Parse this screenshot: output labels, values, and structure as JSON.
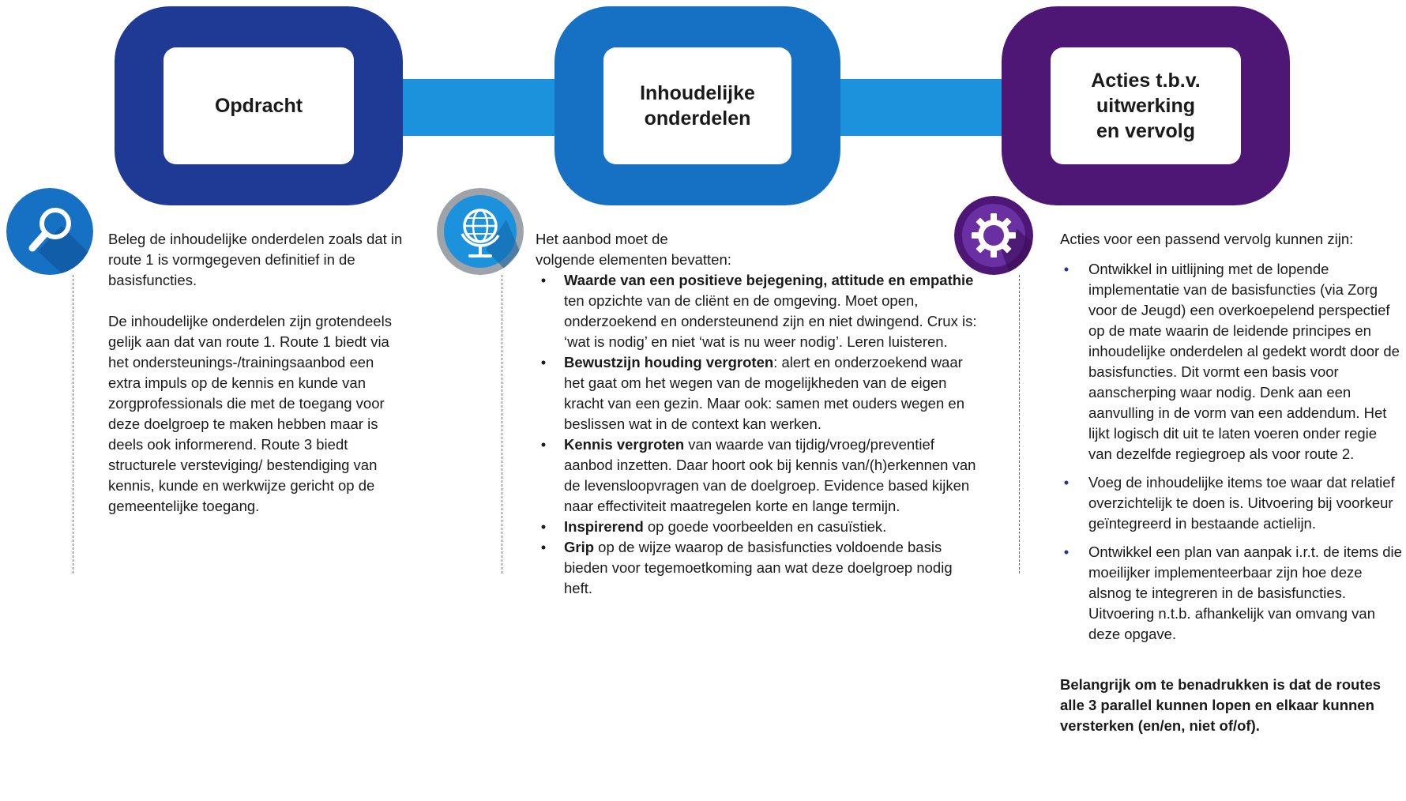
{
  "steps": [
    {
      "title": "Opdracht"
    },
    {
      "title": "Inhoudelijke onderdelen"
    },
    {
      "title": "Acties t.b.v. uitwerking en vervolg"
    }
  ],
  "icons": [
    {
      "name": "magnifier-icon",
      "color": "#1670c4"
    },
    {
      "name": "globe-icon",
      "color": "#9ea3aa"
    },
    {
      "name": "gear-icon",
      "color": "#4e1675"
    }
  ],
  "colors": {
    "frame1": "#1f3a95",
    "frame2": "#1670c4",
    "frame3": "#4e1675",
    "connector": "#1d92dc"
  },
  "col1": {
    "p1": "Beleg de inhoudelijke onderdelen zoals dat in route 1 is vormgegeven definitief in de basisfuncties.",
    "p2": "De inhoudelijke onderdelen zijn grotendeels gelijk aan dat van route 1. Route 1 biedt via het ondersteunings-/trainingsaanbod een extra impuls op de kennis en kunde van zorgprofessionals die met de toegang voor deze doelgroep te maken hebben maar is deels ook informerend. Route 3 biedt structurele versteviging/ bestendiging van kennis, kunde en werkwijze gericht op de gemeentelijke toegang."
  },
  "col2": {
    "intro_line1": "Het aanbod moet de",
    "intro_line2": "volgende elementen bevatten:",
    "bullet_char": "•",
    "items": [
      {
        "bold": "Waarde van een positieve bejegening, attitude en empathie",
        "text": " ten opzichte van de cliënt en de omgeving. Moet open, onderzoekend en ondersteunend zijn en niet dwingend. Crux is: ‘wat is nodig’ en niet ‘wat is nu weer nodig’. Leren luisteren."
      },
      {
        "bold": "Bewustzijn houding vergroten",
        "text": ": alert en onderzoekend waar het gaat om het wegen van de mogelijkheden van de eigen kracht van een gezin. Maar ook: samen met ouders wegen en beslissen wat in de context kan werken."
      },
      {
        "bold": "Kennis vergroten",
        "text": " van waarde van tijdig/vroeg/preventief aanbod inzetten. Daar hoort ook bij kennis van/(h)erkennen van de levensloopvragen van de doelgroep. Evidence based kijken naar effectiviteit maatregelen korte en lange termijn."
      },
      {
        "bold": "Inspirerend",
        "text": " op goede voorbeelden en casuïstiek."
      },
      {
        "bold": "Grip",
        "text": " op de wijze waarop de basisfuncties voldoende basis bieden voor tegemoetkoming aan wat deze doelgroep nodig heft."
      }
    ]
  },
  "col3": {
    "intro": "Acties voor een passend vervolg kunnen zijn:",
    "bullet_char": "•",
    "items": [
      "Ontwikkel in uitlijning met de lopende implementatie van de basisfuncties (via Zorg voor de Jeugd) een overkoepelend perspectief op de mate waarin de leidende principes en inhoudelijke onderdelen al gedekt wordt door de basisfuncties. Dit vormt een basis voor aanscherping waar nodig. Denk aan een aanvulling in de vorm van een addendum. Het lijkt logisch dit uit te laten voeren onder regie van dezelfde regiegroep als voor route 2.",
      "Voeg de inhoudelijke items toe waar dat relatief overzichtelijk te doen is. Uitvoering bij voorkeur geïntegreerd in bestaande actielijn.",
      "Ontwikkel een plan van aanpak i.r.t. de items die moeilijker implementeerbaar zijn hoe deze alsnog te integreren in de basisfuncties. Uitvoering n.t.b. afhankelijk van omvang van deze opgave."
    ],
    "note": "Belangrijk om te benadrukken is dat de routes alle 3 parallel kunnen lopen en elkaar kunnen versterken (en/en, niet of/of)."
  }
}
